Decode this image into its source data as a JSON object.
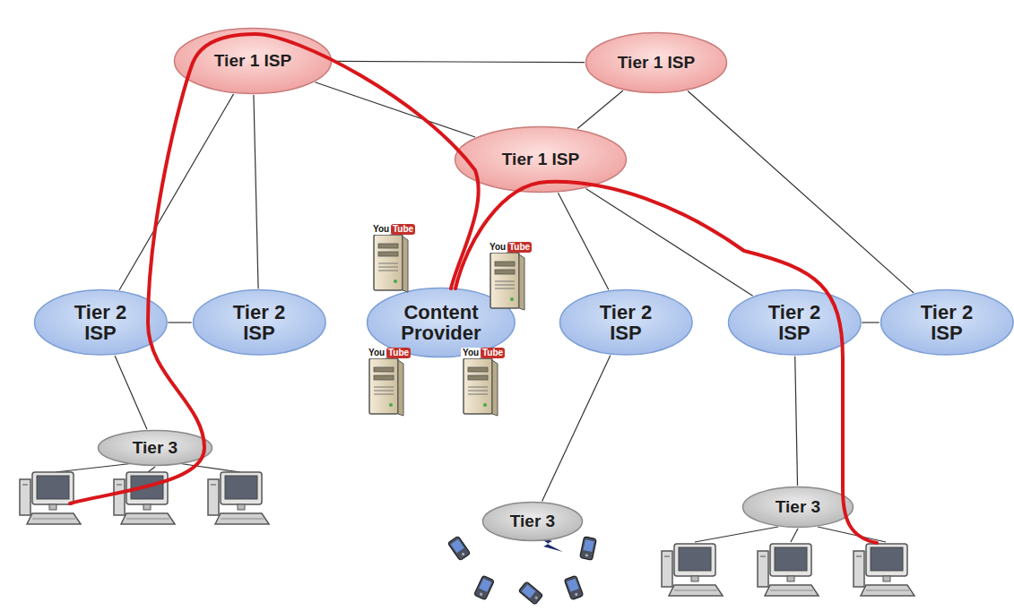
{
  "diagram": {
    "nodes": [
      {
        "text": [
          "Tier 1 ISP"
        ]
      },
      {
        "text": [
          "Tier 1 ISP"
        ]
      },
      {
        "text": [
          "Tier 1 ISP"
        ]
      },
      {
        "text": [
          "Tier 2 ISP"
        ]
      },
      {
        "text": [
          "Tier 2 ISP"
        ]
      },
      {
        "text": [
          "Content Provider"
        ]
      },
      {
        "text": [
          "Tier 2 ISP"
        ]
      },
      {
        "text": [
          "Tier 2 ISP"
        ]
      },
      {
        "text": [
          "Tier 2 ISP"
        ]
      },
      {
        "text": [
          "Tier 3"
        ]
      },
      {
        "text": [
          "Tier 3"
        ]
      },
      {
        "text": [
          "Tier 3"
        ]
      }
    ],
    "edges": [
      {
        "from": 0,
        "to": 1,
        "arrow": "none"
      },
      {
        "from": 0,
        "to": 2,
        "arrow": "none"
      },
      {
        "from": 1,
        "to": 2,
        "arrow": "none"
      },
      {
        "from": 0,
        "to": 3,
        "arrow": "none"
      },
      {
        "from": 0,
        "to": 4,
        "arrow": "none"
      },
      {
        "from": 2,
        "to": 6,
        "arrow": "none"
      },
      {
        "from": 2,
        "to": 7,
        "arrow": "none"
      },
      {
        "from": 1,
        "to": 8,
        "arrow": "none"
      },
      {
        "from": 3,
        "to": 4,
        "arrow": "none"
      },
      {
        "from": 7,
        "to": 8,
        "arrow": "none"
      },
      {
        "from": 3,
        "to": 9,
        "arrow": "none"
      },
      {
        "from": 6,
        "to": 10,
        "arrow": "none"
      },
      {
        "from": 7,
        "to": 11,
        "arrow": "none"
      }
    ],
    "labels": [
      "You",
      "Tube",
      "You",
      "Tube",
      "You",
      "Tube",
      "You",
      "Tube"
    ]
  }
}
